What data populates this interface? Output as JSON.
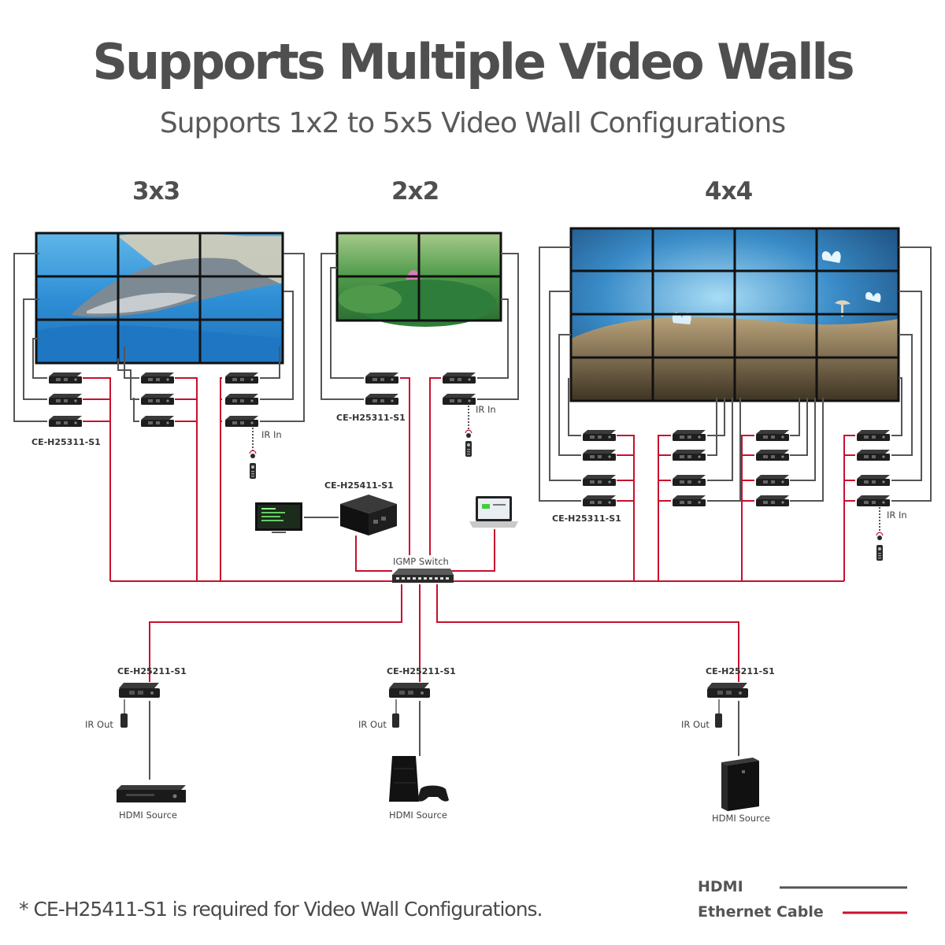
{
  "header": {
    "title": "Supports Multiple Video Walls",
    "subtitle": "Supports 1x2 to 5x5 Video Wall Configurations"
  },
  "walls": [
    {
      "label": "3x3",
      "rows": 3,
      "cols": 3
    },
    {
      "label": "2x2",
      "rows": 2,
      "cols": 2
    },
    {
      "label": "4x4",
      "rows": 4,
      "cols": 4
    }
  ],
  "labels": {
    "receiver_model": "CE-H25311-S1",
    "controller_model": "CE-H25411-S1",
    "transmitter_model": "CE-H25211-S1",
    "switch": "IGMP Switch",
    "ir_in": "IR In",
    "ir_out": "IR Out",
    "hdmi_source": "HDMI Source"
  },
  "footnote": "* CE-H25411-S1 is required for Video Wall Configurations.",
  "legend": {
    "hdmi": {
      "label": "HDMI",
      "color": "#555555"
    },
    "ethernet": {
      "label": "Ethernet Cable",
      "color": "#c8102e"
    }
  },
  "icons": [
    "remote-icon",
    "ir-sensor-icon",
    "laptop-icon",
    "monitor-icon",
    "blu-ray-player-icon",
    "game-console-icon",
    "pc-tower-icon"
  ]
}
